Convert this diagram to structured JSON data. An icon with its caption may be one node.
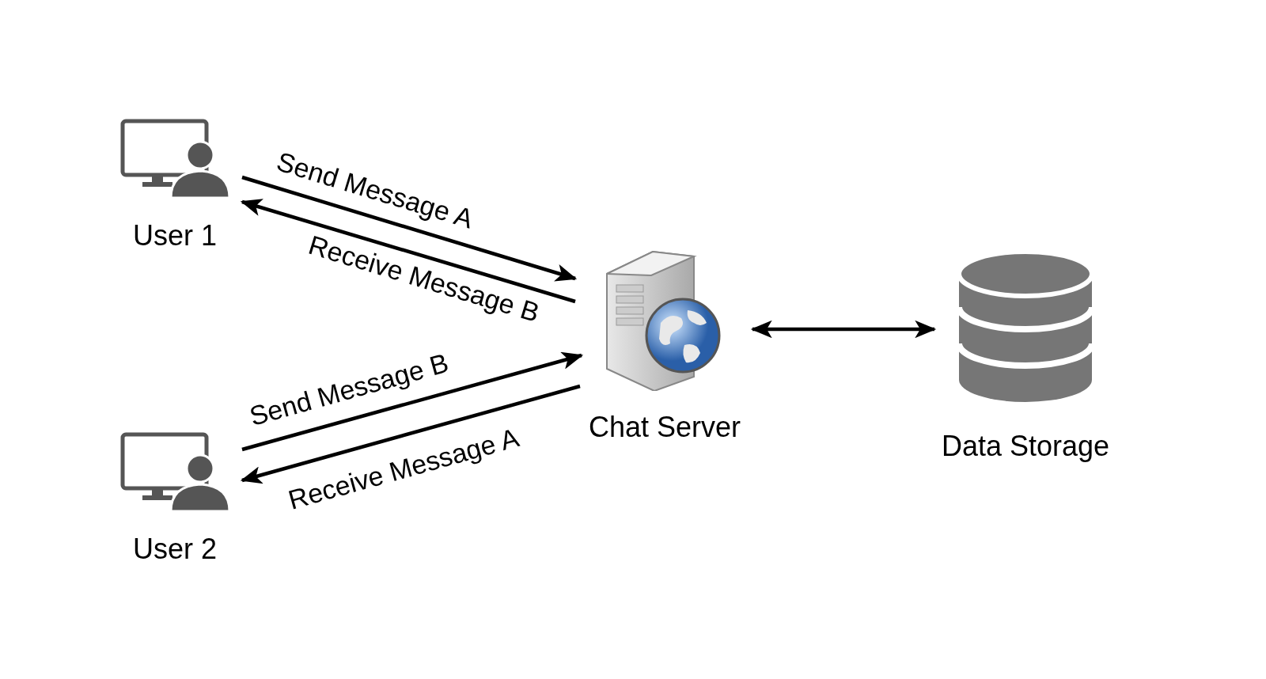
{
  "diagram": {
    "nodes": [
      {
        "text": [
          "User 1"
        ]
      },
      {
        "text": [
          "User 2"
        ]
      },
      {
        "text": [
          "Chat Server"
        ]
      },
      {
        "text": [
          "Data Storage"
        ]
      }
    ],
    "edges": [
      {
        "from": 0,
        "to": 2,
        "arrow": "to",
        "label": "Send Message A"
      },
      {
        "from": 2,
        "to": 0,
        "arrow": "to",
        "label": "Receive Message B"
      },
      {
        "from": 1,
        "to": 2,
        "arrow": "to",
        "label": "Send Message B"
      },
      {
        "from": 2,
        "to": 1,
        "arrow": "to",
        "label": "Receive Message A"
      },
      {
        "from": 2,
        "to": 3,
        "arrow": "both"
      }
    ]
  }
}
